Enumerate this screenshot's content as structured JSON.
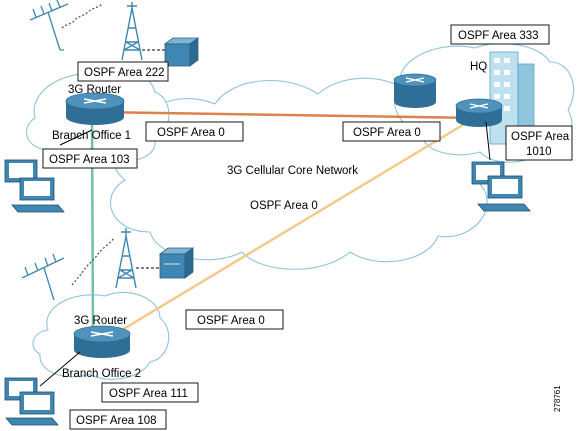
{
  "title": "",
  "core_network": {
    "name": "3G Cellular Core Network",
    "area": "OSPF Area 0"
  },
  "sites": {
    "branch1": {
      "router_label": "3G Router",
      "site_label": "Branch Office 1",
      "area_top": "OSPF Area 222",
      "area_bottom": "OSPF Area 103"
    },
    "branch2": {
      "router_label": "3G Router",
      "site_label": "Branch Office 2",
      "area_top": "OSPF Area 111",
      "area_bottom": "OSPF Area 108"
    },
    "hq": {
      "site_label": "HQ",
      "area_top": "OSPF Area 333",
      "area_side_line1": "OSPF Area",
      "area_side_line2": "1010"
    }
  },
  "links": {
    "b1_hq_left": "OSPF Area 0",
    "b1_hq_right": "OSPF Area 0",
    "b2_hq": "OSPF Area 0"
  },
  "colors": {
    "cloud_stroke": "#8fc2de",
    "router_body": "#3e7fa8",
    "link_b1_hq": "#d9844a",
    "link_b2_hq": "#f5c98a",
    "link_b1_b2": "#6fc2a8",
    "device_blue": "#3f86b3"
  },
  "figure_id": "278761"
}
